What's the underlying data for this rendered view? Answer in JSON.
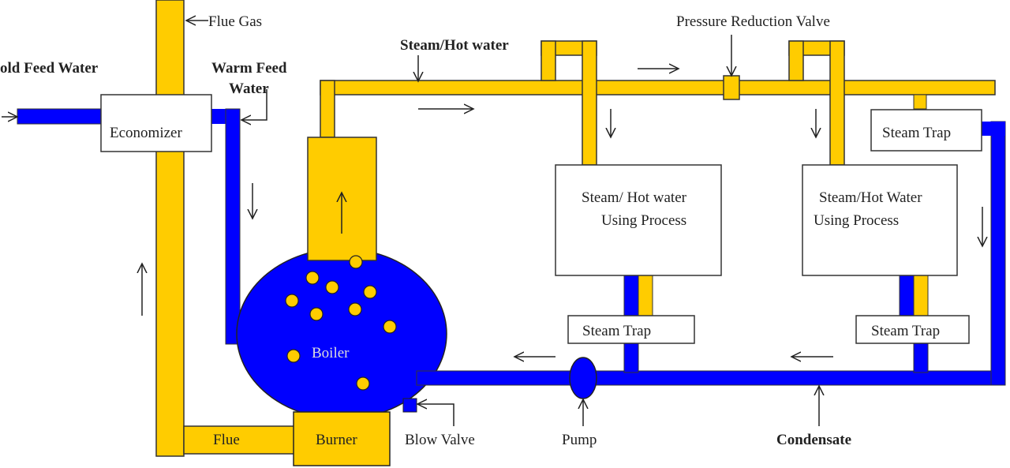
{
  "colors": {
    "steam": "#FFCC00",
    "water": "#0000FF",
    "outline": "#333333",
    "box_fill": "#FFFFFF"
  },
  "labels": {
    "cold_feed_water": "old Feed Water",
    "warm_feed_water_line1": "Warm Feed",
    "warm_feed_water_line2": "Water",
    "flue_gas": "Flue Gas",
    "economizer": "Economizer",
    "steam_hot_water": "Steam/Hot water",
    "pressure_reduction_valve": "Pressure Reduction Valve",
    "process1_line1": "Steam/ Hot water",
    "process1_line2": "Using Process",
    "process2_line1": "Steam/Hot Water",
    "process2_line2": "Using Process",
    "steam_trap_top": "Steam Trap",
    "steam_trap_1": "Steam Trap",
    "steam_trap_2": "Steam Trap",
    "boiler": "Boiler",
    "burner": "Burner",
    "flue": "Flue",
    "blow_valve": "Blow Valve",
    "pump": "Pump",
    "condensate": "Condensate"
  }
}
